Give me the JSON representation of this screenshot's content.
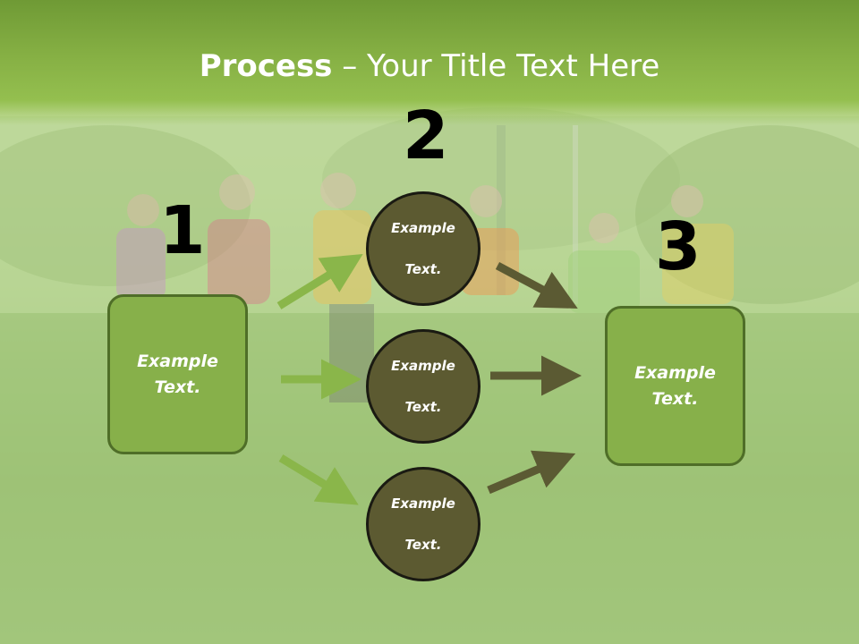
{
  "title": {
    "bold": "Process",
    "rest": " – Your Title Text Here"
  },
  "steps": {
    "n1": "1",
    "n2": "2",
    "n3": "3",
    "box_left": {
      "line1": "Example",
      "line2": "Text."
    },
    "box_right": {
      "line1": "Example",
      "line2": "Text."
    },
    "circle_top": {
      "line1": "Example",
      "line2": "Text."
    },
    "circle_mid": {
      "line1": "Example",
      "line2": "Text."
    },
    "circle_bottom": {
      "line1": "Example",
      "line2": "Text."
    }
  },
  "colors": {
    "header": "#86b044",
    "box_fill": "#87b04a",
    "circle_fill": "#5c5a31",
    "arrow_left": "#8ab64a",
    "arrow_right": "#5b5a33"
  }
}
